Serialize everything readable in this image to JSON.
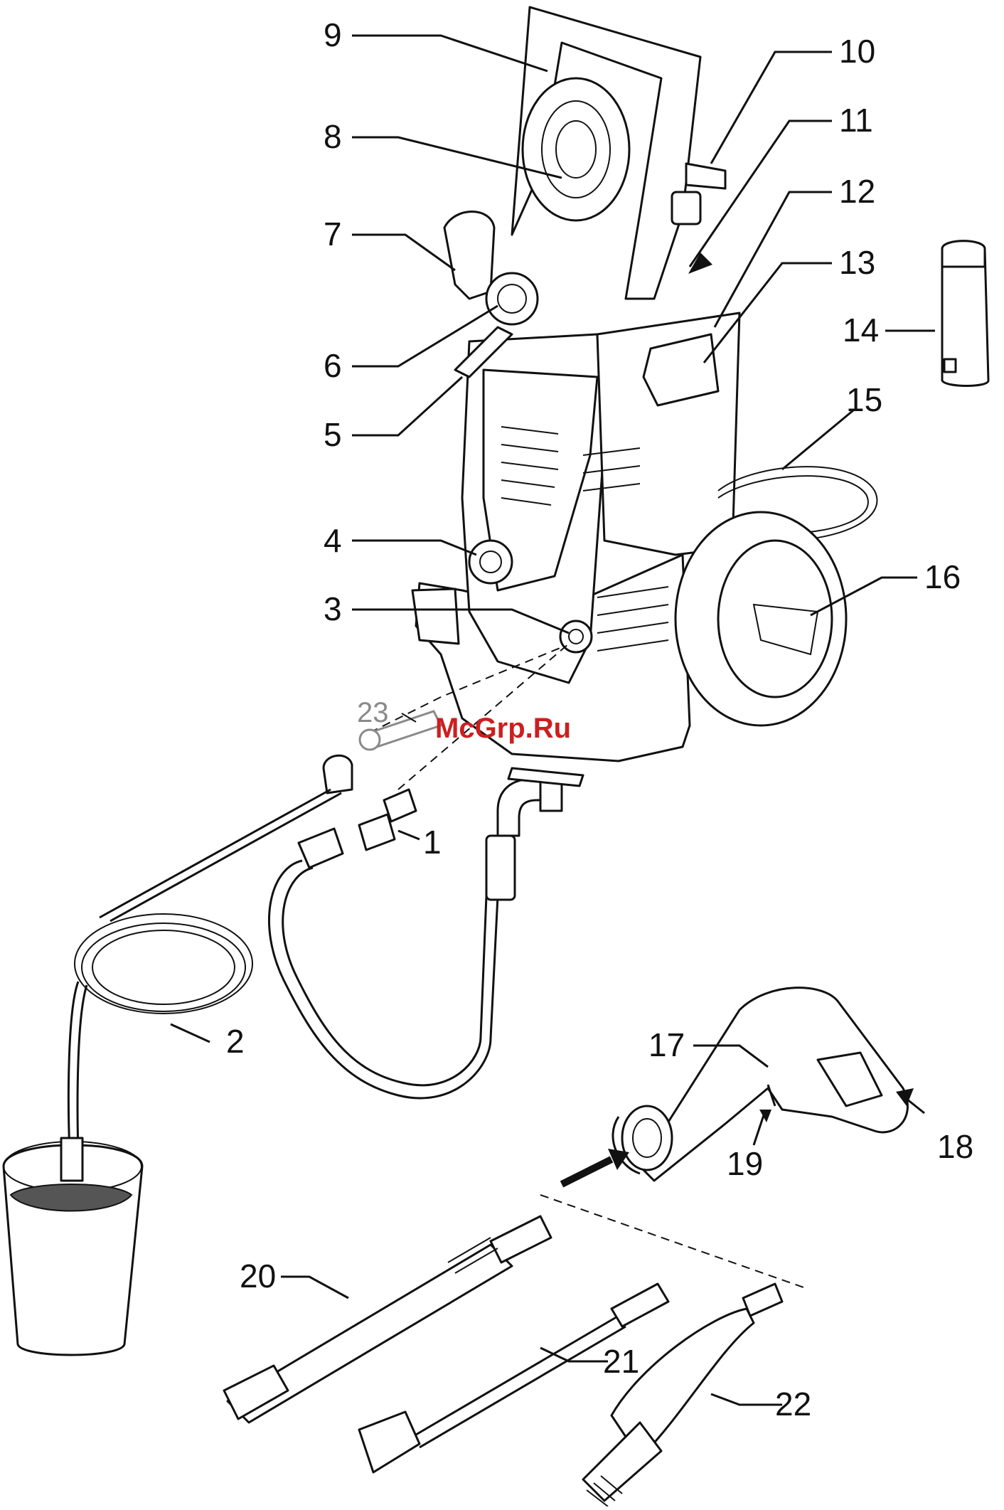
{
  "callouts": [
    {
      "id": "1",
      "text": "1"
    },
    {
      "id": "2",
      "text": "2"
    },
    {
      "id": "3",
      "text": "3"
    },
    {
      "id": "4",
      "text": "4"
    },
    {
      "id": "5",
      "text": "5"
    },
    {
      "id": "6",
      "text": "6"
    },
    {
      "id": "7",
      "text": "7"
    },
    {
      "id": "8",
      "text": "8"
    },
    {
      "id": "9",
      "text": "9"
    },
    {
      "id": "10",
      "text": "10"
    },
    {
      "id": "11",
      "text": "11"
    },
    {
      "id": "12",
      "text": "12"
    },
    {
      "id": "13",
      "text": "13"
    },
    {
      "id": "14",
      "text": "14"
    },
    {
      "id": "15",
      "text": "15"
    },
    {
      "id": "16",
      "text": "16"
    },
    {
      "id": "17",
      "text": "17"
    },
    {
      "id": "18",
      "text": "18"
    },
    {
      "id": "19",
      "text": "19"
    },
    {
      "id": "20",
      "text": "20"
    },
    {
      "id": "21",
      "text": "21"
    },
    {
      "id": "22",
      "text": "22"
    },
    {
      "id": "23",
      "text": "23"
    }
  ],
  "watermark": "McGrp.Ru",
  "colors": {
    "line": "#111111",
    "watermark": "#cc1f1f",
    "optional_part": "#8a8a8a",
    "liquid": "#555555"
  }
}
